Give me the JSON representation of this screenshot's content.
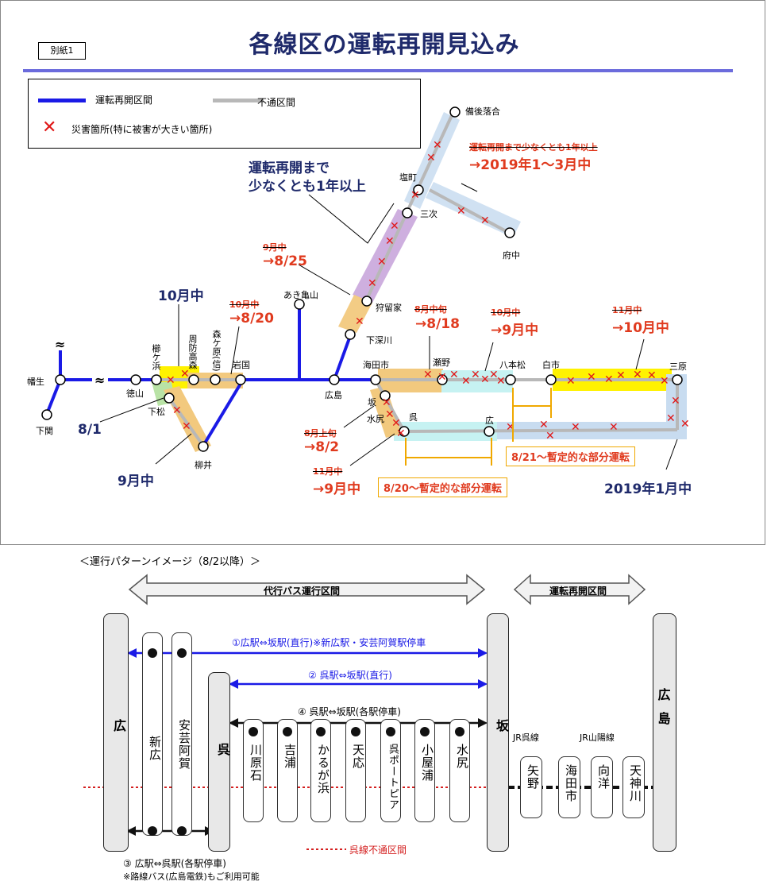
{
  "badge": "別紙1",
  "title": "各線区の運転再開見込み",
  "legend": {
    "resumed": "運転再開区間",
    "closed": "不通区間",
    "damage": "災害箇所(特に被害が大きい箇所)"
  },
  "colors": {
    "resumed": "#1a1ae6",
    "closed": "#b8b8b8",
    "damage": "#e01818",
    "navy": "#1f2a6b",
    "red": "#e03a1e",
    "orange_band": "#f2c97e",
    "yellow_band": "#fff200",
    "blue_band": "#c8dcf0",
    "purple_band": "#c9a6dc",
    "cyan_band": "#c6f2f2",
    "green_band": "#b9e3a6"
  },
  "stations": {
    "yanagawa": "幡生",
    "shimonoseki": "下関",
    "tokuyama": "徳山",
    "kudamatsu": "下松",
    "yanai": "柳井",
    "kushigahama": "櫛ケ浜",
    "suohtakamori": "周防高森",
    "morigahara": "森ケ原(信)",
    "iwakuni": "岩国",
    "akikameyama": "あき亀山",
    "hiroshima": "広島",
    "shimofukawa": "下深川",
    "karuga": "狩留家",
    "miyoshi": "三次",
    "shiomachi": "塩町",
    "bingoochiai": "備後落合",
    "fuchu": "府中",
    "kaitaichi": "海田市",
    "seno": "瀬野",
    "hachihonmatsu": "八本松",
    "shiraichi": "白市",
    "mihara": "三原",
    "saka": "坂",
    "mizushiri": "水尻",
    "kure": "呉",
    "hiro": "広"
  },
  "annotations": {
    "oct_mid": "10月中",
    "aug1": "8/1",
    "sep_mid": "9月中",
    "one_year": "運転再開まで\n少なくとも1年以上",
    "sep_mid_old": "9月中",
    "aug25": "→8/25",
    "oct_mid_old": "10月中",
    "aug20": "→8/20",
    "aug_mid_old": "8月中旬",
    "aug18": "→8/18",
    "oct_mid_old2": "10月中",
    "sep_mid_new": "→9月中",
    "nov_mid_old": "11月中",
    "oct_mid_new": "→10月中",
    "one_year_strike": "運転再開まで少なくとも1年以上",
    "jan_mar_2019": "→2019年1～3月中",
    "aug_early_old": "8月上旬",
    "aug2": "→8/2",
    "nov_mid_old2": "11月中",
    "sep_mid_new2": "→9月中",
    "partial_820": "8/20～暫定的な部分運転",
    "partial_821": "8/21～暫定的な部分運転",
    "jan_2019": "2019年1月中"
  },
  "lower": {
    "caption": "＜運行パターンイメージ（8/2以降）＞",
    "bus_section": "代行バス運行区間",
    "resumed_section": "運転再開区間",
    "route1": "①広駅⇔坂駅(直行)※新広駅・安芸阿賀駅停車",
    "route2": "② 呉駅⇔坂駅(直行)",
    "route4": "④ 呉駅⇔坂駅(各駅停車)",
    "route3": "③ 広駅⇔呉駅(各駅停車)",
    "route3_note": "※路線バス(広島電鉄)もご利用可能",
    "kure_line": "JR呉線",
    "sanyo_line": "JR山陽線",
    "closed_label": "呉線不通区間",
    "big_hiro": "広",
    "big_kure": "呉",
    "big_saka": "坂",
    "big_hiroshima": "広\n島",
    "st_shinhiro": "新広",
    "st_akiaga": "安芸阿賀",
    "st_kawaraishi": "川原石",
    "st_yoshiura": "吉浦",
    "st_karugahama": "かるが浜",
    "st_ten": "天応",
    "st_kureport": "呉ポートピア",
    "st_koyaura": "小屋浦",
    "st_mizushiri": "水尻",
    "st_yano": "矢野",
    "st_kaitaichi": "海田市",
    "st_mukainada": "向洋",
    "st_tenjingawa": "天神川"
  }
}
